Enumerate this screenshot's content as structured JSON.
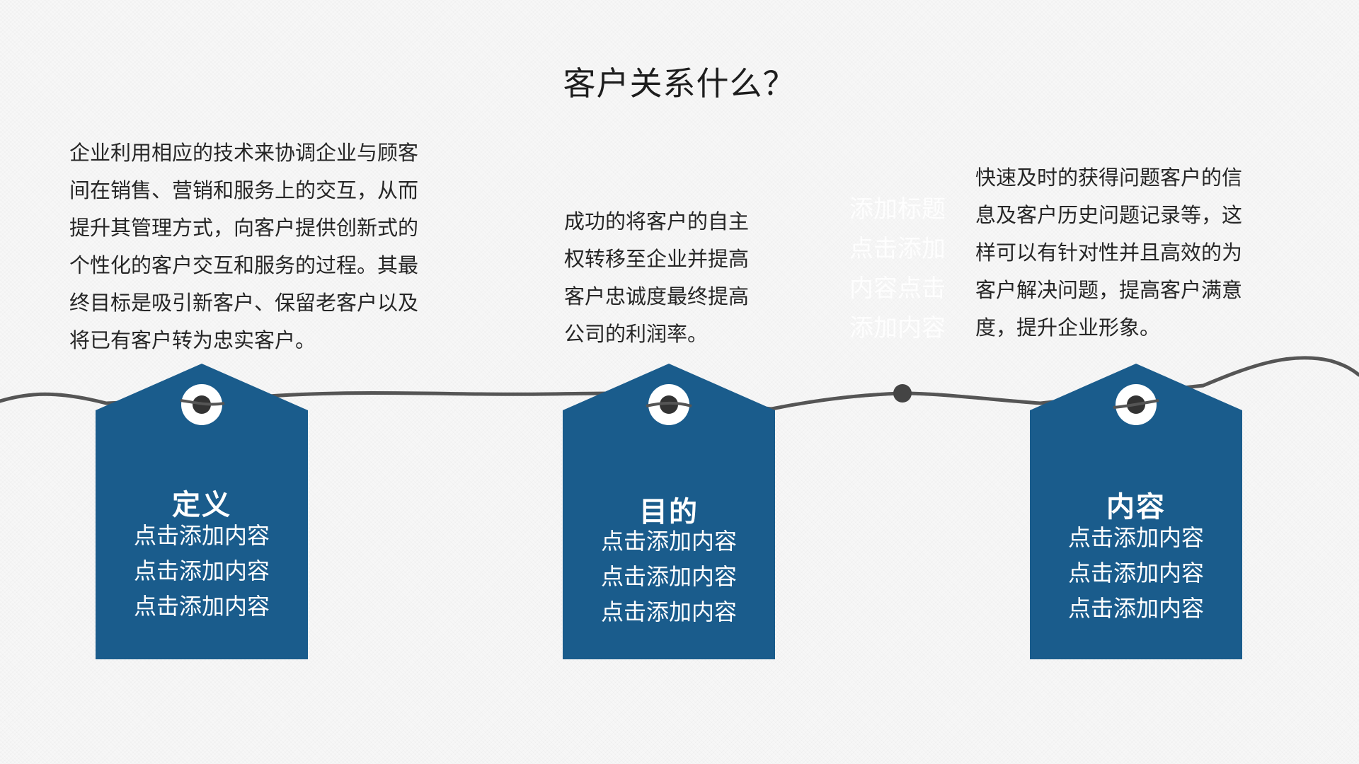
{
  "title": "客户关系什么？",
  "colors": {
    "tag": "#1a5c8c",
    "line": "#555555",
    "text": "#262626"
  },
  "descriptions": {
    "definition": "企业利用相应的技术来协调企业与顾客\n间在销售、营销和服务上的交互，从而\n提升其管理方式，向客户提供创新式的\n个性化的客户交互和服务的过程。其最\n终目标是吸引新客户、保留老客户以及\n将已有客户转为忠实客户。",
    "purpose": "成功的将客户的自主\n权转移至企业并提高\n客户忠诚度最终提高\n公司的利润率。",
    "content": "快速及时的获得问题客户的信\n息及客户历史问题记录等，这\n样可以有针对性并且高效的为\n客户解决问题，提高客户满意\n度，提升企业形象。"
  },
  "faint_text": "添加标题\n点击添加\n内容点击\n添加内容",
  "tags": [
    {
      "title": "定义",
      "lines": [
        "点击添加内容",
        "点击添加内容",
        "点击添加内容"
      ]
    },
    {
      "title": "目的",
      "lines": [
        "点击添加内容",
        "点击添加内容",
        "点击添加内容"
      ]
    },
    {
      "title": "内容",
      "lines": [
        "点击添加内容",
        "点击添加内容",
        "点击添加内容"
      ]
    }
  ]
}
